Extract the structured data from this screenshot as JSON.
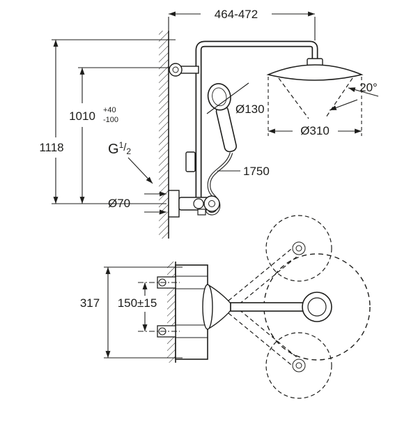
{
  "dims": {
    "reach": "464-472",
    "height_total": "1118",
    "height_column": "1010",
    "tol_plus": "+40",
    "tol_minus": "-100",
    "thread_prefix": "G",
    "thread_numerator": "1",
    "thread_slash": "/",
    "thread_denominator": "2",
    "hand_shower_dia": "Ø130",
    "spray_angle": "20°",
    "head_dia": "Ø310",
    "hose_length": "1750",
    "escutcheon_dia": "Ø70",
    "valve_height": "317",
    "supply_spacing": "150±15"
  },
  "colors": {
    "line": "#1d1d1b",
    "background": "#ffffff"
  }
}
